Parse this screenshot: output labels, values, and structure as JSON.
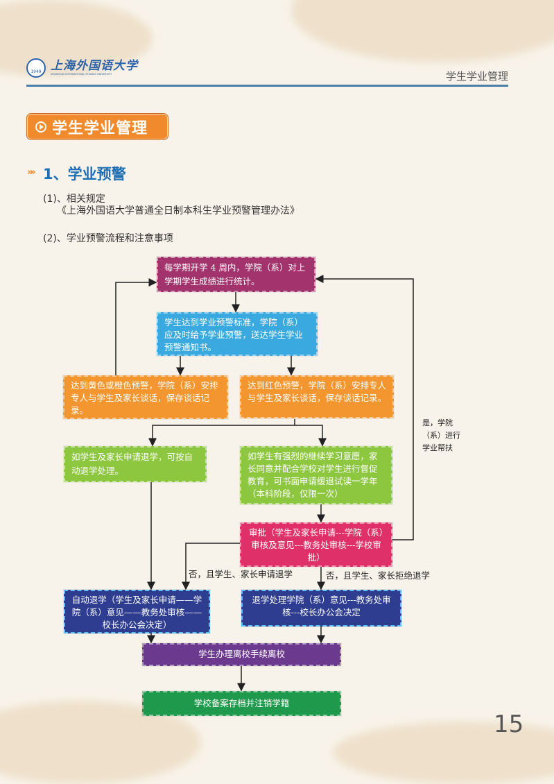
{
  "header": {
    "logo_text": "上海外国语大学",
    "logo_subtext": "SHANGHAI INTERNATIONAL STUDIES UNIVERSITY",
    "seal_text": "1949",
    "section_title": "学生学业管理"
  },
  "title_pill": {
    "label": "学生学业管理",
    "icon": "play-circle-icon"
  },
  "section": {
    "heading": "1、学业预警",
    "icon": "double-chevron-right-icon",
    "item1": "(1)、相关规定",
    "item1_doc": "《上海外国语大学普通全日制本科生学业预警管理办法》",
    "item2": "(2)、学业预警流程和注意事项"
  },
  "flow": {
    "b1": "每学期开学 4 周内，学院（系）对上学期学生成绩进行统计。",
    "b2": "学生达到学业预警标准，学院（系）应及时给予学业预警，送达学生学业预警通知书。",
    "b3": "达到黄色或橙色预警，学院（系）安排专人与学生及家长谈话，保存谈话记录。",
    "b4": "达到红色预警，学院（系）安排专人与学生及家长谈话，保存谈话记录。",
    "b5": "如学生及家长申请退学，可按自动退学处理。",
    "b6": "如学生有强烈的继续学习意愿，家长同意并配合学校对学生进行督促教育，可书面申请缓退试读一学年（本科阶段，仅限一次）",
    "b7": "审批（学生及家长申请---学院（系）审核及意见---教务处审核---学校审批）",
    "b8": "自动退学（学生及家长申请——学院（系）意见——教务处审核——校长办公会决定）",
    "b9": "退学处理学院（系）意见---教务处审核---校长办公会决定",
    "b10": "学生办理离校手续离校",
    "b11": "学校备案存档并注销学籍",
    "label_yes": "是，学院（系）进行学业帮扶",
    "label_no_apply": "否，且学生、家长申请退学",
    "label_no_refuse": "否，且学生、家长拒绝退学"
  },
  "page_number": "15",
  "colors": {
    "accent": "#f08a2c",
    "heading": "#1f6fb5",
    "b1": "#a3336c",
    "b2": "#3aa9e0",
    "orange": "#f4962f",
    "green": "#8dc63f",
    "pink": "#e0306a",
    "navy": "#2e3d8f",
    "violet": "#6b3a8e",
    "darkgreen": "#1f9a4c"
  }
}
